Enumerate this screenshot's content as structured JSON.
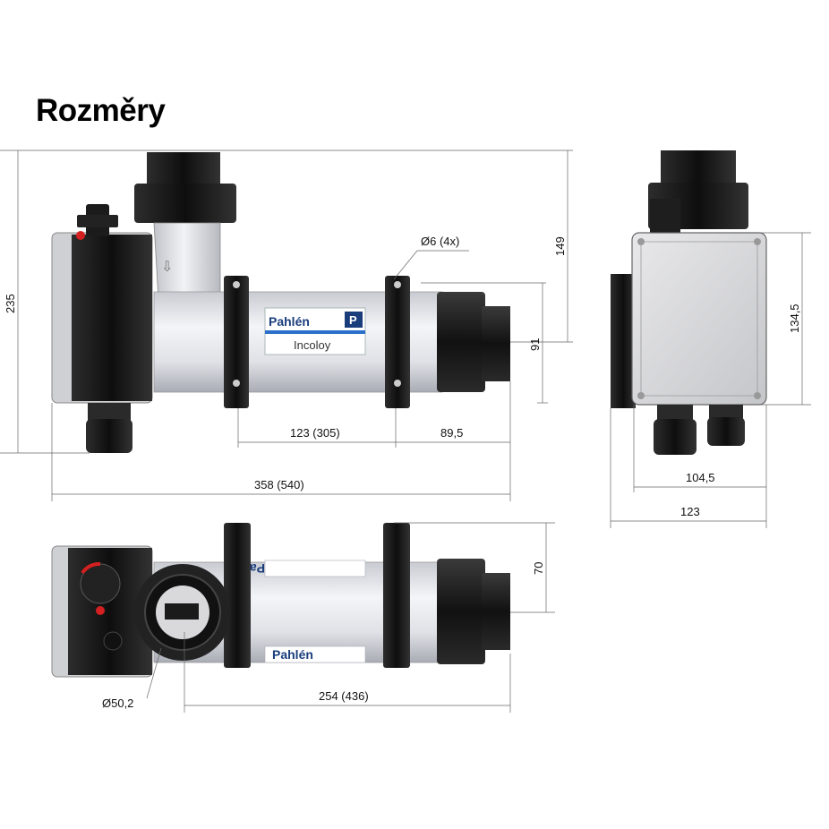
{
  "title": "Rozměry",
  "brand": "Pahlén",
  "brand_logo_letter": "P",
  "model": "Incoloy",
  "dimensions": {
    "height_total": "235",
    "height_top": "149",
    "height_body": "91",
    "hole": "Ø6 (4x)",
    "length_middle": "123 (305)",
    "length_end": "89,5",
    "length_total": "358 (540)",
    "box_height": "134,5",
    "box_width": "104,5",
    "side_width": "123",
    "top_depth": "70",
    "pipe_diameter": "Ø50,2",
    "top_length": "254 (436)"
  },
  "colors": {
    "housing": "#1c1c1c",
    "body": "#e4e5ea",
    "box": "#d8d8da",
    "accent_red": "#d42020",
    "label_blue": "#2a6fc9"
  }
}
